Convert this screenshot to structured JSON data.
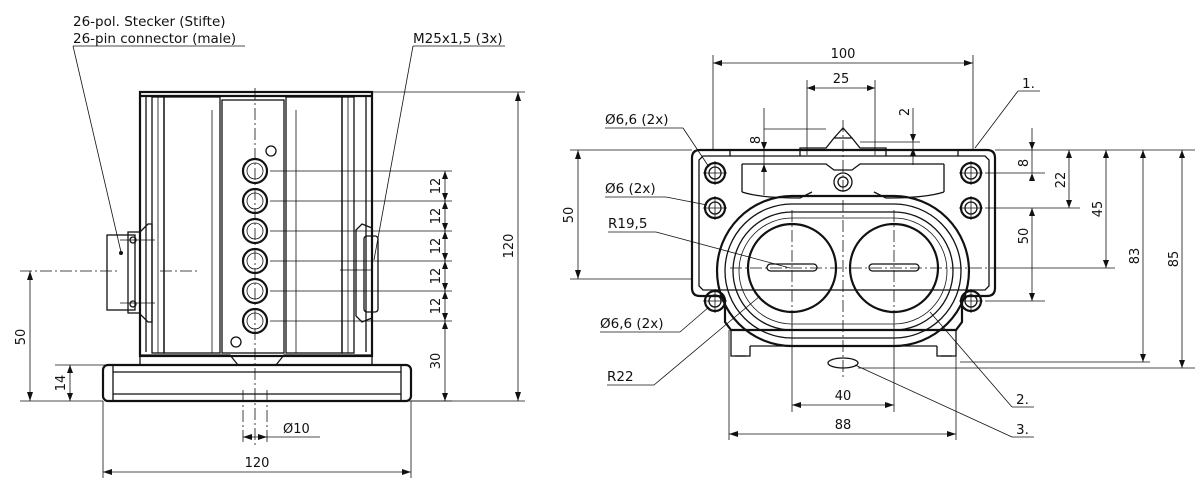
{
  "left_view": {
    "label_connector_de": "26-pol. Stecker (Stifte)",
    "label_connector_en": "26-pin connector (male)",
    "label_thread": "M25x1,5  (3x)",
    "dim_width": "120",
    "dim_height": "120",
    "dim_axis_height": "50",
    "dim_base_height": "14",
    "dim_base_to_first_hole": "30",
    "dim_hole_diameter": "10",
    "dim_hole_pitch": [
      "12",
      "12",
      "12",
      "12",
      "12"
    ]
  },
  "right_view": {
    "dim_width_100": "100",
    "dim_25": "25",
    "dim_2": "2",
    "dim_8_top": "8",
    "dim_8_right": "8",
    "dim_22": "22",
    "dim_45": "45",
    "dim_50_right": "50",
    "dim_83": "83",
    "dim_85": "85",
    "dim_50_left": "50",
    "dim_40": "40",
    "dim_88": "88",
    "hole_66_top": "6,6 (2x)",
    "hole_6": "6 (2x)",
    "radius_19_5": "R19,5",
    "hole_66_bottom": "6,6 (2x)",
    "radius_22": "R22",
    "diameter_symbol": "Ø",
    "callouts": [
      "1.",
      "2.",
      "3."
    ]
  }
}
